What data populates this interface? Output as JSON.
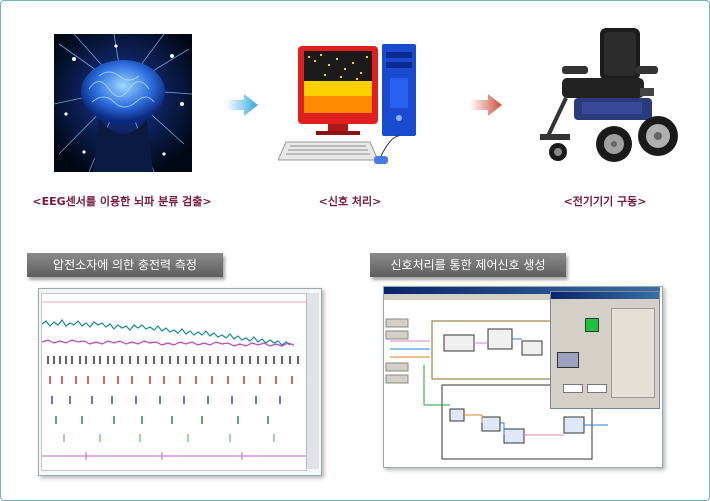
{
  "captions": {
    "eeg": "<EEG센서를 이용한 뇌파 분류 검출>",
    "signal": "<신호 처리>",
    "device": "<전기기기 구동>"
  },
  "sections": {
    "left_title": "압전소자에 의한 충전력 측정",
    "right_title": "신호처리를 통한 제어신호 생성"
  },
  "colors": {
    "arrow_blue": "#2fa8e0",
    "arrow_red": "#c8503a",
    "caption": "#7a1a3a",
    "trace_colors": [
      "#d05050",
      "#1a8a8a",
      "#c040c0",
      "#202020",
      "#d02020",
      "#2040c0",
      "#208040",
      "#50a050",
      "#c060c0"
    ]
  }
}
